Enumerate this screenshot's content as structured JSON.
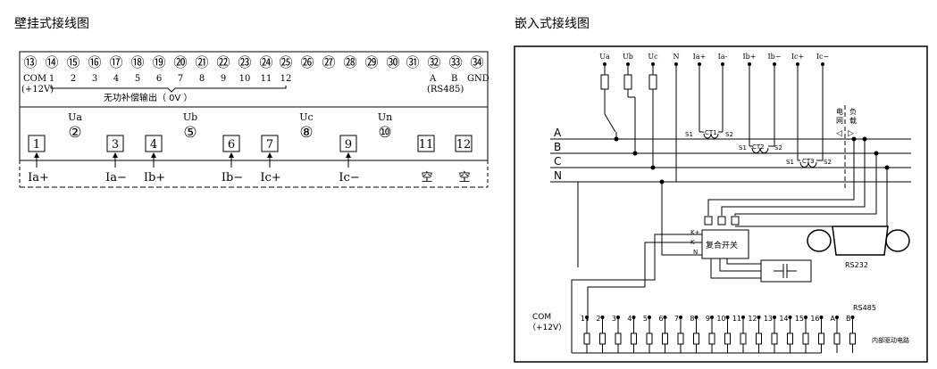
{
  "left_title": "壁挂式接线图",
  "right_title": "嵌入式接线图",
  "wall": {
    "terminal_numbers": [
      "⑬",
      "⑭",
      "⑮",
      "⑯",
      "⑰",
      "⑱",
      "⑲",
      "⑳",
      "㉑",
      "㉒",
      "㉓",
      "㉔",
      "㉕",
      "㉖",
      "㉗",
      "㉘",
      "㉙",
      "㉚",
      "㉛",
      "㉜",
      "㉝",
      "㉞"
    ],
    "com_label": "COM",
    "com_sub": "(+12V)",
    "channel_numbers": [
      "1",
      "2",
      "3",
      "4",
      "5",
      "6",
      "7",
      "8",
      "9",
      "10",
      "11",
      "12"
    ],
    "rs485_a": "A",
    "rs485_b": "B",
    "gnd": "GND",
    "rs485_label": "(RS485)",
    "compensation_label": "无功补偿输出（ 0V ）",
    "voltage_labels": [
      "Ua",
      "Ub",
      "Uc",
      "Un"
    ],
    "voltage_terminals": [
      "②",
      "⑤",
      "⑧",
      "⑩"
    ],
    "current_terminals": [
      "1",
      "3",
      "4",
      "6",
      "7",
      "9",
      "11",
      "12"
    ],
    "current_labels": [
      "Ia+",
      "Ia−",
      "Ib+",
      "Ib−",
      "Ic+",
      "Ic−",
      "空",
      "空"
    ]
  },
  "embedded": {
    "top_labels": [
      "Ua",
      "Ub",
      "Uc",
      "N",
      "Ia+",
      "Ia-",
      "Ib+",
      "Ib−",
      "Ic+",
      "Ic−"
    ],
    "bus_labels": [
      "A",
      "B",
      "C",
      "N"
    ],
    "ct_labels": [
      "CT1",
      "CT2",
      "CT3"
    ],
    "s1": "S1",
    "s2": "S2",
    "grid_label": "电网",
    "load_label": "负载",
    "switch_label": "复合开关",
    "k_plus": "K+",
    "k_minus": "K-",
    "n_label": "N",
    "rs232_label": "RS232",
    "com_label": "COM",
    "com_sub": "（+12V）",
    "rs485_label": "RS485",
    "output_numbers": [
      "1",
      "2",
      "3",
      "4",
      "5",
      "6",
      "7",
      "8",
      "9",
      "10",
      "11",
      "12",
      "13",
      "14",
      "15",
      "16",
      "A",
      "B"
    ],
    "driver_label": "内部驱动电路"
  }
}
